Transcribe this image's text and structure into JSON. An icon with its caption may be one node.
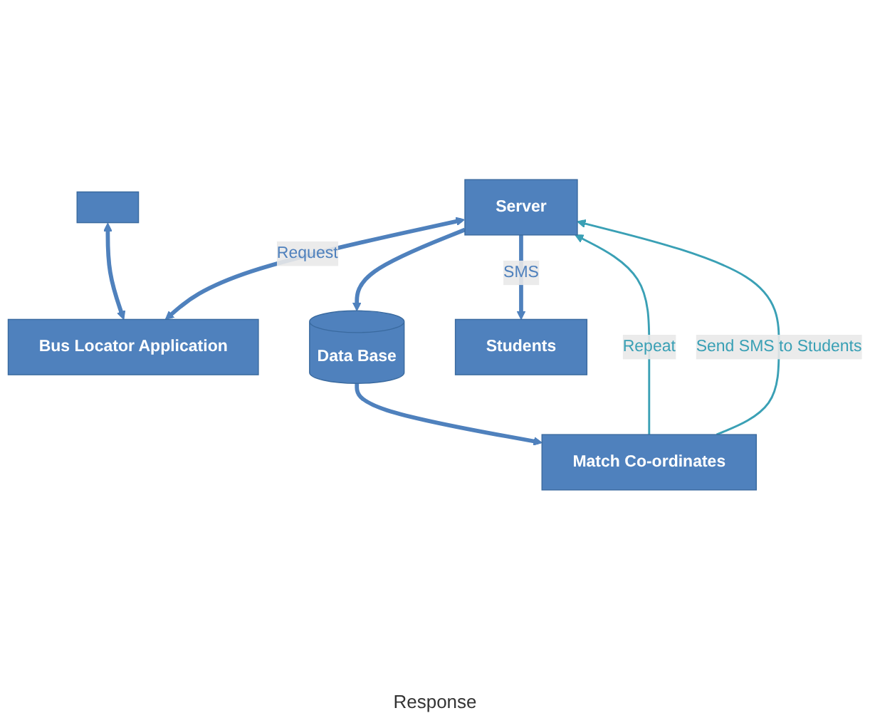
{
  "diagram": {
    "nodes": [
      {
        "text": [
          "Server"
        ]
      },
      {
        "text": [],
        "shape": "box"
      },
      {
        "text": [
          "Bus Locator Application"
        ]
      },
      {
        "text": [
          "Data Base"
        ]
      },
      {
        "text": [
          "Students"
        ]
      },
      {
        "text": [
          "Match Co-ordinates"
        ]
      }
    ],
    "edges": [
      {
        "from": 0,
        "to": 2,
        "arrow": "both",
        "label": "Request"
      },
      {
        "from": 1,
        "to": 2,
        "arrow": "both"
      },
      {
        "from": 0,
        "to": 3,
        "arrow": "to"
      },
      {
        "from": 0,
        "to": 4,
        "arrow": "to",
        "label": "SMS"
      },
      {
        "from": 3,
        "to": 5,
        "arrow": "to"
      },
      {
        "from": 5,
        "to": 0,
        "arrow": "to",
        "label": "Repeat",
        "color": "#3aa0b5"
      },
      {
        "from": 5,
        "to": 0,
        "arrow": "to",
        "label": "Send SMS to Students",
        "color": "#3aa0b5"
      }
    ],
    "labels": [
      "Response"
    ]
  }
}
